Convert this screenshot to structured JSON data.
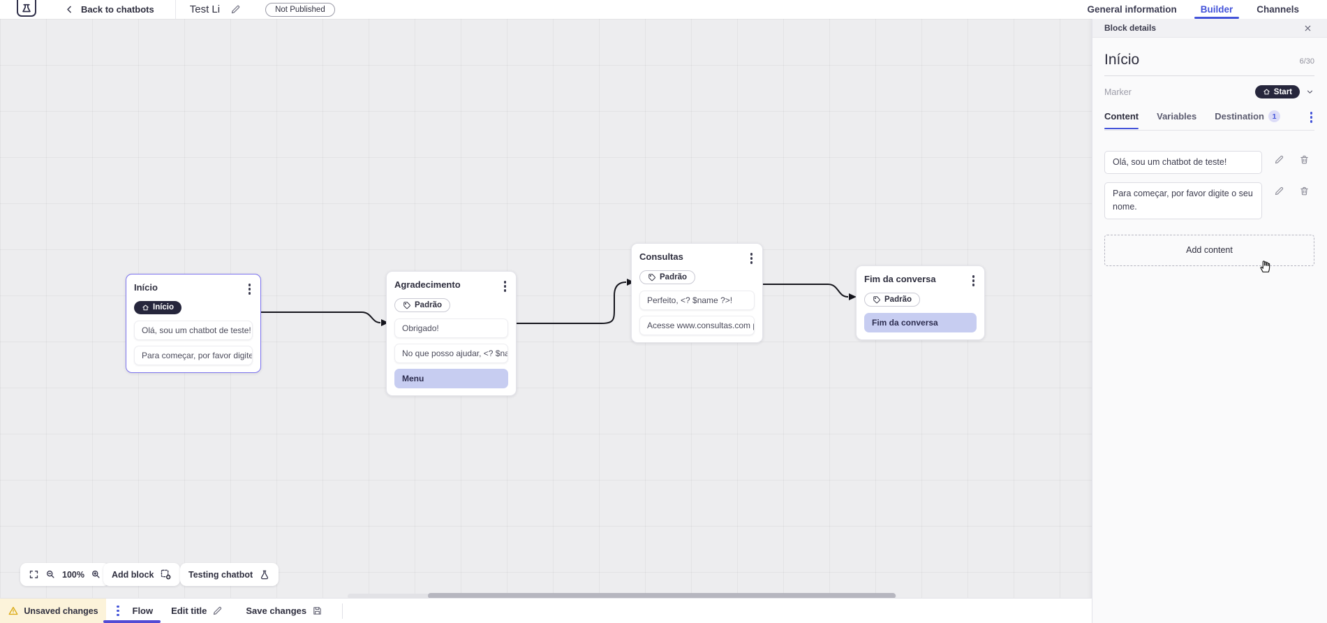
{
  "topbar": {
    "back_label": "Back to chatbots",
    "title": "Test Li",
    "status": "Not Published",
    "tabs": [
      {
        "label": "General information",
        "active": false
      },
      {
        "label": "Builder",
        "active": true
      },
      {
        "label": "Channels",
        "active": false
      }
    ]
  },
  "panel": {
    "header": "Block details",
    "block_title": "Início",
    "counter": "6/30",
    "marker_label": "Marker",
    "marker_value": "Start",
    "tabs": [
      {
        "label": "Content",
        "active": true
      },
      {
        "label": "Variables",
        "active": false
      },
      {
        "label": "Destination",
        "active": false,
        "badge": "1"
      }
    ],
    "contents": [
      "Olá, sou um chatbot de teste!",
      "Para começar, por favor digite o seu nome."
    ],
    "add_content_label": "Add content"
  },
  "canvas": {
    "zoom_level": "100%",
    "add_block_label": "Add block",
    "testing_label": "Testing chatbot",
    "blocks": [
      {
        "title": "Início",
        "marker": "Início",
        "items": [
          {
            "text": "Olá, sou um chatbot de teste!"
          },
          {
            "text": "Para começar, por favor digite o ..."
          }
        ]
      },
      {
        "title": "Agradecimento",
        "tag": "Padrão",
        "items": [
          {
            "text": "Obrigado!"
          },
          {
            "text": "No que posso ajudar, <? $name ..."
          },
          {
            "text": "Menu",
            "highlight": true
          }
        ]
      },
      {
        "title": "Consultas",
        "tag": "Padrão",
        "items": [
          {
            "text": "Perfeito, <? $name ?>!"
          },
          {
            "text": "Acesse www.consultas.com par..."
          }
        ]
      },
      {
        "title": "Fim da conversa",
        "tag": "Padrão",
        "items": [
          {
            "text": "Fim da conversa",
            "highlight": true
          }
        ]
      }
    ]
  },
  "bottombar": {
    "unsaved_label": "Unsaved changes",
    "flow_label": "Flow",
    "edit_title_label": "Edit title",
    "save_label": "Save changes"
  },
  "colors": {
    "accent_blue": "#4353d9",
    "selection_purple": "#7b72ee",
    "highlight_row": "#c7cdf1",
    "dark_pill": "#26263c",
    "warning_yellow": "#d9a70e",
    "unsaved_bg": "#fcf3da",
    "canvas_bg": "#ededef"
  }
}
